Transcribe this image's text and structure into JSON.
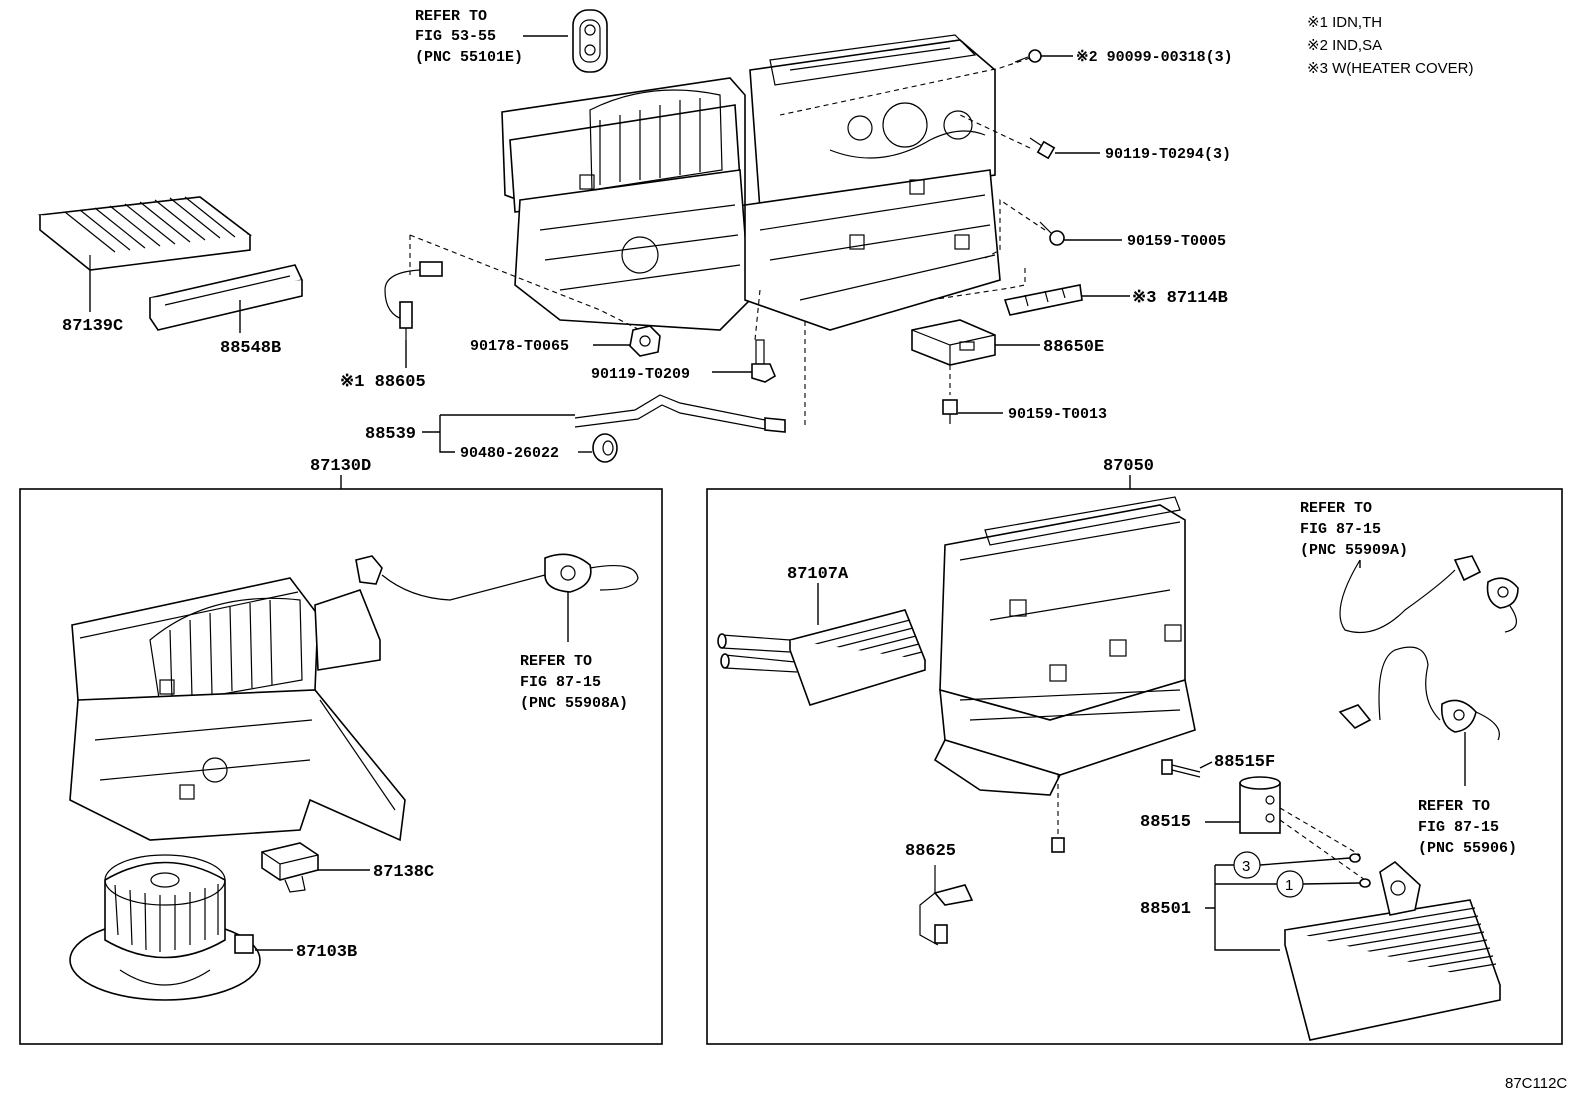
{
  "footnotes": {
    "n1": "※1 IDN,TH",
    "n2": "※2 IND,SA",
    "n3": "※3 W(HEATER COVER)"
  },
  "refer_top": {
    "line1": "REFER TO",
    "line2": "FIG 53-55",
    "line3": "(PNC 55101E)"
  },
  "parts": {
    "p90099": "※2 90099-00318(3)",
    "p90119_t0294": "90119-T0294(3)",
    "p90159_t0005": "90159-T0005",
    "p87114b": "※3 87114B",
    "p88650e": "88650E",
    "p90159_t0013": "90159-T0013",
    "p87139c": "87139C",
    "p88548b": "88548B",
    "p88605": "※1 88605",
    "p90178": "90178-T0065",
    "p90119_t0209": "90119-T0209",
    "p88539": "88539",
    "p90480": "90480-26022",
    "p87130d": "87130D",
    "p87050": "87050"
  },
  "left_box": {
    "refer_l1": "REFER TO",
    "refer_l2": "FIG 87-15",
    "refer_l3": "(PNC 55908A)",
    "p87138c": "87138C",
    "p87103b": "87103B"
  },
  "right_box": {
    "refer_a_l1": "REFER TO",
    "refer_a_l2": "FIG 87-15",
    "refer_a_l3": "(PNC 55909A)",
    "refer_b_l1": "REFER TO",
    "refer_b_l2": "FIG 87-15",
    "refer_b_l3": "(PNC 55906)",
    "p87107a": "87107A",
    "p88515f": "88515F",
    "p88515": "88515",
    "p88625": "88625",
    "p88501": "88501",
    "c3": "3",
    "c1": "1"
  },
  "figure_code": "87C112C"
}
